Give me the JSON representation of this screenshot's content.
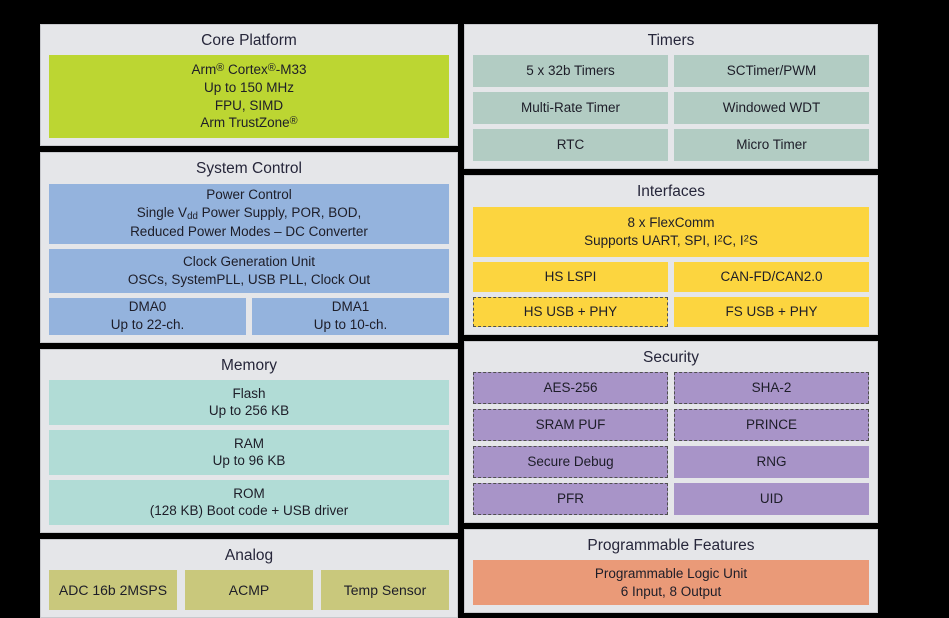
{
  "background_color": "#000000",
  "panel_bg": "#e5e6e9",
  "colors": {
    "core": "#bcd632",
    "system_control": "#94b3dd",
    "memory": "#b1dcd6",
    "analog": "#c9c87c",
    "timers": "#b2ccc3",
    "interfaces": "#fcd53f",
    "security": "#a894c8",
    "programmable": "#ea9a78"
  },
  "left_column": {
    "core_platform": {
      "title": "Core Platform",
      "blocks": [
        {
          "lines": [
            "Arm ® Cortex ®-M33",
            "Up to 150 MHz",
            "FPU, SIMD",
            "Arm TrustZone®"
          ]
        }
      ]
    },
    "system_control": {
      "title": "System Control",
      "power": {
        "lines": [
          "Power Control",
          "Single Vdd Power Supply, POR, BOD,",
          "Reduced Power Modes – DC Converter"
        ]
      },
      "clock": {
        "lines": [
          "Clock Generation Unit",
          "OSCs, SystemPLL, USB PLL, Clock Out"
        ]
      },
      "dma": [
        {
          "lines": [
            "DMA0",
            "Up to 22-ch."
          ]
        },
        {
          "lines": [
            "DMA1",
            "Up to 10-ch."
          ]
        }
      ]
    },
    "memory": {
      "title": "Memory",
      "blocks": [
        {
          "lines": [
            "Flash",
            "Up to 256 KB"
          ]
        },
        {
          "lines": [
            "RAM",
            "Up to 96 KB"
          ]
        },
        {
          "lines": [
            "ROM",
            "(128 KB) Boot code + USB driver"
          ]
        }
      ]
    },
    "analog": {
      "title": "Analog",
      "blocks": [
        {
          "lines": [
            "ADC 16b 2MSPS"
          ]
        },
        {
          "lines": [
            "ACMP"
          ]
        },
        {
          "lines": [
            "Temp Sensor"
          ]
        }
      ]
    }
  },
  "right_column": {
    "timers": {
      "title": "Timers",
      "rows": [
        [
          {
            "lines": [
              "5 x 32b Timers"
            ]
          },
          {
            "lines": [
              "SCTimer/PWM"
            ]
          }
        ],
        [
          {
            "lines": [
              "Multi-Rate  Timer"
            ]
          },
          {
            "lines": [
              "Windowed WDT"
            ]
          }
        ],
        [
          {
            "lines": [
              "RTC"
            ]
          },
          {
            "lines": [
              "Micro  Timer"
            ]
          }
        ]
      ]
    },
    "interfaces": {
      "title": "Interfaces",
      "flexcomm": {
        "lines": [
          "8 x FlexComm",
          "Supports UART, SPI, I2C, I2S"
        ]
      },
      "rows": [
        [
          {
            "lines": [
              "HS LSPI"
            ],
            "dashed": false
          },
          {
            "lines": [
              "CAN-FD/CAN2.0"
            ],
            "dashed": false
          }
        ],
        [
          {
            "lines": [
              "HS USB + PHY"
            ],
            "dashed": true
          },
          {
            "lines": [
              "FS USB + PHY"
            ],
            "dashed": false
          }
        ]
      ]
    },
    "security": {
      "title": "Security",
      "rows": [
        [
          {
            "lines": [
              "AES-256"
            ],
            "dashed": true
          },
          {
            "lines": [
              "SHA-2"
            ],
            "dashed": true
          }
        ],
        [
          {
            "lines": [
              "SRAM PUF"
            ],
            "dashed": true
          },
          {
            "lines": [
              "PRINCE"
            ],
            "dashed": true
          }
        ],
        [
          {
            "lines": [
              "Secure Debug"
            ],
            "dashed": true
          },
          {
            "lines": [
              "RNG"
            ],
            "dashed": false
          }
        ],
        [
          {
            "lines": [
              "PFR"
            ],
            "dashed": true
          },
          {
            "lines": [
              "UID"
            ],
            "dashed": false
          }
        ]
      ]
    },
    "programmable_features": {
      "title": "Programmable Features",
      "blocks": [
        {
          "lines": [
            "Programmable Logic Unit",
            "6 Input, 8 Output"
          ]
        }
      ]
    }
  }
}
